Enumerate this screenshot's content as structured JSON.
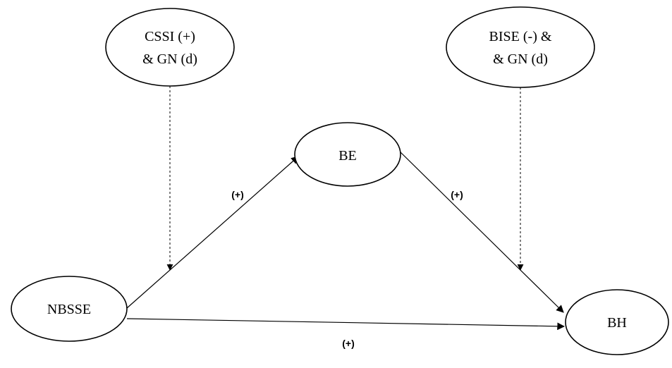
{
  "nodes": {
    "cssi": {
      "line1": "CSSI (+)",
      "line2": "& GN (d)"
    },
    "bise": {
      "line1": "BISE (-) &",
      "line2": "& GN (d)"
    },
    "be": {
      "label": "BE"
    },
    "nbsse": {
      "label": "NBSSE"
    },
    "bh": {
      "label": "BH"
    }
  },
  "edges": {
    "nbsse_be": "(+)",
    "be_bh": "(+)",
    "nbsse_bh": "(+)"
  }
}
